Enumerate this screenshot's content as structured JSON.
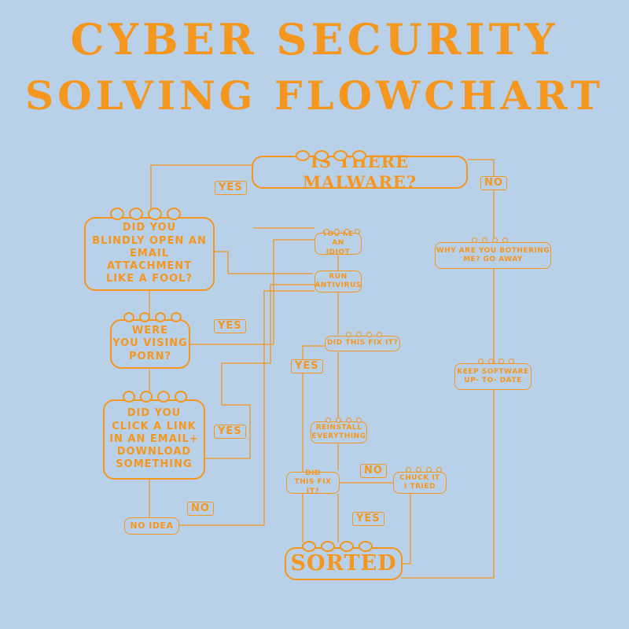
{
  "title": {
    "line1": "CYBER SECURITY",
    "line2": "SOLVING FLOWCHART"
  },
  "nodes": {
    "is_malware": "IS THERE MALWARE?",
    "blindly_open": "DID YOU\nBLINDLY OPEN AN\nEMAIL ATTACHMENT\nLIKE A FOOL?",
    "visiting_porn": "WERE\nYOU VISING\nPORN?",
    "click_link": "DID YOU\nCLICK A LINK\nIN AN EMAIL+\nDOWNLOAD\nSOMETHING",
    "no_idea": "NO IDEA",
    "idiot": "YOU'RE AN\nIDIOT",
    "run_antivirus": "RUN\nANTIVIRUS",
    "fix1": "DID THIS FIX IT?",
    "reinstall": "REINSTALL\nEVERYTHING",
    "fix2": "DID\nTHIS FIX IT?",
    "chuck": "CHUCK IT\nI TRIED",
    "sorted": "SORTED",
    "why_bother": "WHY ARE YOU BOTHERING\nME? GO AWAY",
    "keep_software": "KEEP SOFTWARE\nUP- TO- DATE"
  },
  "labels": {
    "yes": "YES",
    "no": "NO"
  },
  "colors": {
    "background": "#b9d1e8",
    "ink": "#f5961e"
  }
}
